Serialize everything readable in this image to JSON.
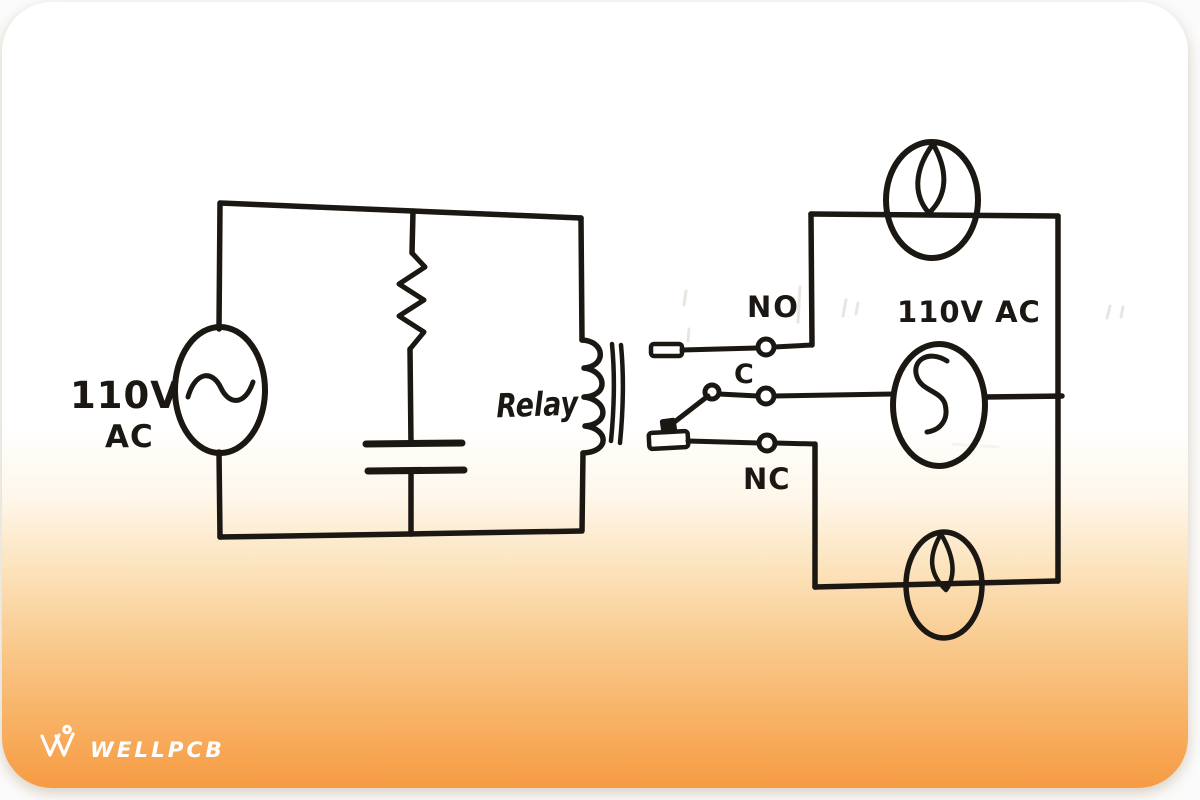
{
  "brand": {
    "name": "WELLPCB"
  },
  "colors": {
    "ink": "#1b1713",
    "card_orange_bottom": "#f69b43",
    "page_background": "#fbfbfb",
    "logo_white": "#ffffff"
  },
  "labels": {
    "input_voltage_line1": "110V",
    "input_voltage_line2": "AC",
    "relay": "Relay",
    "contact_no": "NO",
    "contact_common": "C",
    "contact_nc": "NC",
    "output_voltage": "110V AC"
  },
  "components": {
    "left_circuit": [
      "ac-source-110v",
      "resistor",
      "capacitor",
      "relay-coil",
      "relay-core"
    ],
    "relay_contacts": [
      "no-terminal",
      "common-terminal",
      "nc-terminal",
      "armature",
      "pivot"
    ],
    "right_circuit": [
      "lamp-top",
      "ac-source-110v-output",
      "lamp-bottom"
    ]
  }
}
